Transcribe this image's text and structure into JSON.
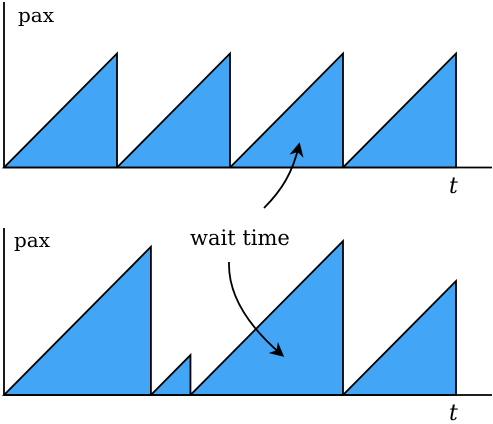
{
  "colors": {
    "fill": "#42A5F5",
    "stroke": "#000000",
    "background": "#FFFFFF"
  },
  "panels": [
    {
      "y_label": "pax",
      "x_label": "t",
      "sawtooth": [
        {
          "start": 0.0,
          "end": 1.0,
          "peak": 1.0
        },
        {
          "start": 1.0,
          "end": 2.0,
          "peak": 1.0
        },
        {
          "start": 2.0,
          "end": 3.0,
          "peak": 1.0
        },
        {
          "start": 3.0,
          "end": 4.0,
          "peak": 1.0
        }
      ]
    },
    {
      "y_label": "pax",
      "x_label": "t",
      "sawtooth": [
        {
          "start": 0.0,
          "end": 1.3,
          "peak": 1.3
        },
        {
          "start": 1.3,
          "end": 1.65,
          "peak": 0.35
        },
        {
          "start": 1.65,
          "end": 3.0,
          "peak": 1.35
        },
        {
          "start": 3.0,
          "end": 4.0,
          "peak": 1.0
        }
      ]
    }
  ],
  "annotation": {
    "text": "wait time"
  }
}
